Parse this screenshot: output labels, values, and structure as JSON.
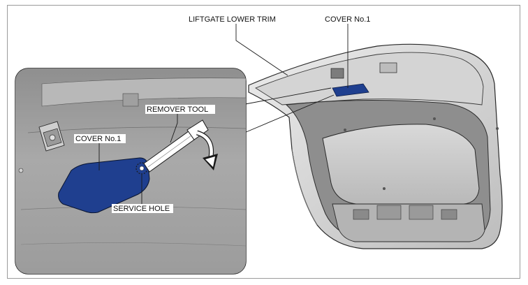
{
  "labels": {
    "liftgate_lower_trim": "LIFTGATE LOWER TRIM",
    "cover_no1_main": "COVER No.1",
    "remover_tool": "REMOVER TOOL",
    "cover_no1_detail": "COVER No.1",
    "service_hole": "SERVICE HOLE"
  },
  "colors": {
    "cover_blue": "#1f3f8f",
    "panel_gray": "#9b9b9b",
    "panel_light": "#d6d6d6",
    "line": "#1a1a1a"
  }
}
